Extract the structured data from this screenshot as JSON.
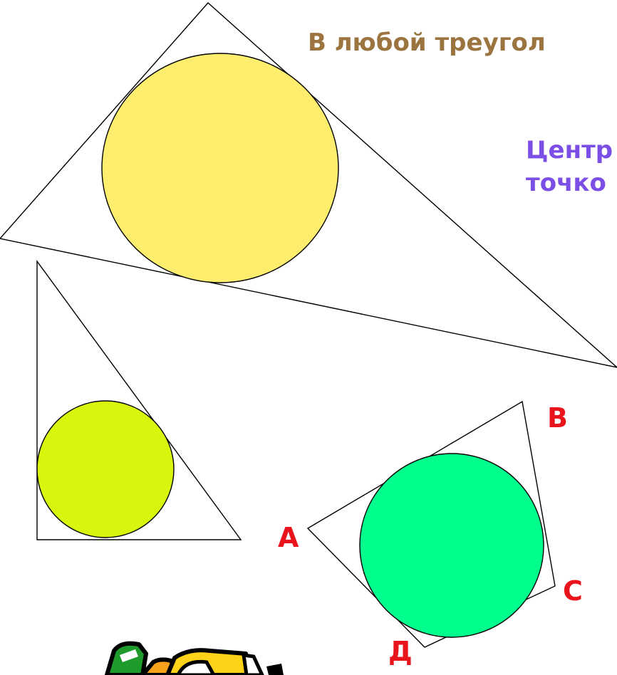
{
  "texts": {
    "heading": "В любой треугол",
    "subheading_line1": "Центр",
    "subheading_line2": "точко"
  },
  "vertex_labels": {
    "b": "В",
    "a": "А",
    "c": "С",
    "d": "Д"
  },
  "colors": {
    "heading": "#9b7440",
    "subheading": "#7b4fe6",
    "vertex_label": "#e8131b",
    "outline": "#000000",
    "circle_large": "#ffee6e",
    "circle_medium": "#d8f50e",
    "circle_quad": "#00ff8d",
    "clipart_green": "#1f9b2c",
    "clipart_yellow": "#ffd21a",
    "clipart_orange": "#f7a21a"
  },
  "icons": {
    "clipart": "pencil-clipart-icon"
  }
}
